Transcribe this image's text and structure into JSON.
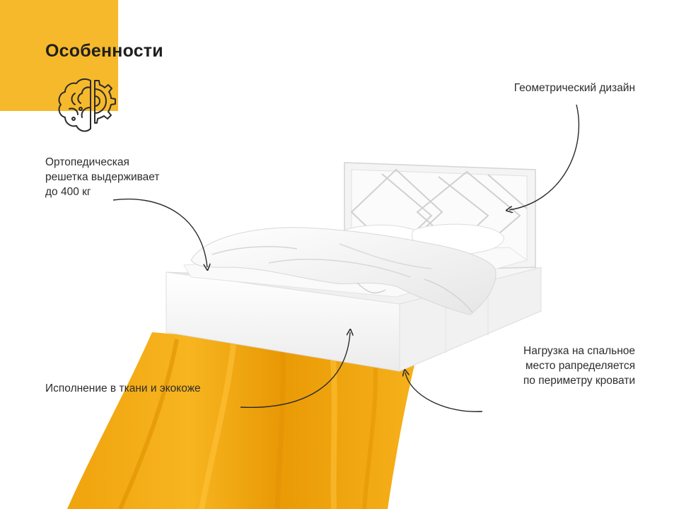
{
  "header": {
    "title": "Особенности",
    "accent_color": "#f6b92b",
    "icon": "brain-gear-icon"
  },
  "annotations": {
    "orthopedic": {
      "lines": [
        "Ортопедическая",
        "решетка выдерживает",
        "до 400 кг"
      ]
    },
    "geometric_design": {
      "text": "Геометрический дизайн"
    },
    "fabric": {
      "text": "Исполнение в ткани и экокоже"
    },
    "load": {
      "lines": [
        "Нагрузка на спальное",
        "место рапределяется",
        "по периметру кровати"
      ]
    }
  },
  "product": {
    "illustration": "white-upholstered-bed",
    "fabric_color": "#f3a814"
  }
}
